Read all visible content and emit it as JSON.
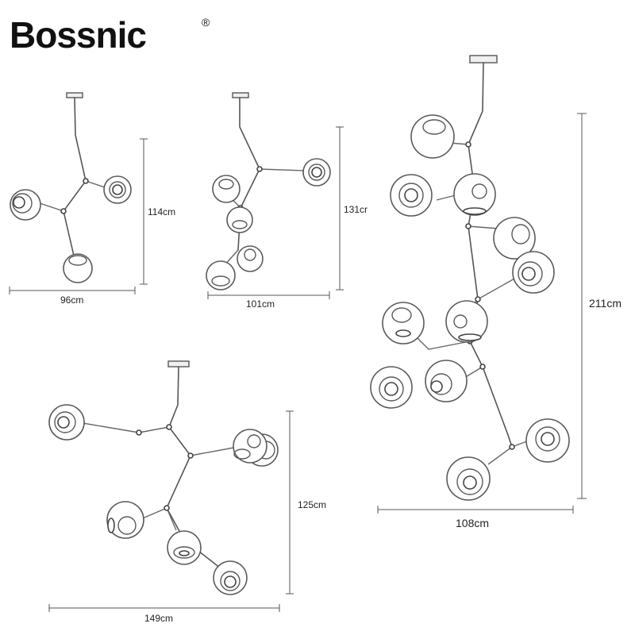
{
  "brand": {
    "name": "Bossnic",
    "registered_mark": "®"
  },
  "dimensions": {
    "lamp_small": {
      "width": "96cm",
      "height": "114cm"
    },
    "lamp_medium": {
      "width": "101cm",
      "height": "131cr"
    },
    "lamp_wide": {
      "width": "149cm",
      "height": "125cm"
    },
    "lamp_tall": {
      "width": "108cm",
      "height": "211cm"
    }
  },
  "colors": {
    "line": "#555555",
    "text": "#222222",
    "brand": "#111111"
  }
}
